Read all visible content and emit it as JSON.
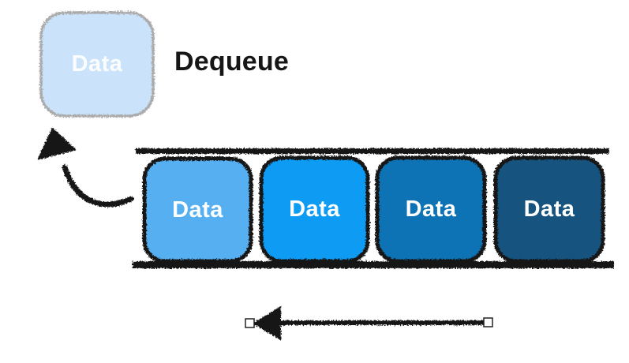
{
  "title": "Dequeue",
  "colors": {
    "ink": "#161616",
    "label_text": "#FFFFFF",
    "dequeued_fill": "#CAE3FA",
    "dequeued_border": "#ABABAB",
    "handle_fill": "#FFFFFF"
  },
  "dequeued": {
    "label": "Data",
    "fill": "#CAE3FA"
  },
  "queue": {
    "items": [
      {
        "label": "Data",
        "color": "#55AFF0"
      },
      {
        "label": "Data",
        "color": "#109BF3"
      },
      {
        "label": "Data",
        "color": "#0E73B5"
      },
      {
        "label": "Data",
        "color": "#16537E"
      }
    ]
  },
  "icons": {
    "dequeue_arrow": "curved-up-left-arrow",
    "direction_arrow": "left-arrow"
  }
}
